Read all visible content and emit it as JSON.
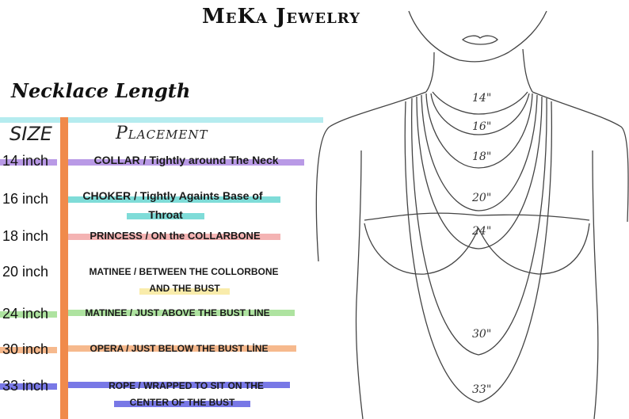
{
  "brand": {
    "title": "MeKa Jewelry"
  },
  "chart": {
    "heading": "Necklace Length",
    "col_size": "SIZE",
    "col_placement": "Placement"
  },
  "rows": [
    {
      "size": "14 inch",
      "line1": "COLLAR / Tightly around The Neck",
      "line2": "",
      "color": "#b99ae6"
    },
    {
      "size": "16 inch",
      "line1": "CHOKER / Tightly Againts Base of",
      "line2": "Throat",
      "color": "#7fdcd8"
    },
    {
      "size": "18 inch",
      "line1": "PRINCESS / ON the COLLARBONE",
      "line2": "",
      "color": "#f4b3b3"
    },
    {
      "size": "20 inch",
      "line1": "MATINEE / BETWEEN THE COLLORBONE",
      "line2": "AND THE BUST",
      "color": "#f9ecab"
    },
    {
      "size": "24 inch",
      "line1": "MATINEE / JUST ABOVE THE BUST LINE",
      "line2": "",
      "color": "#aee3a0"
    },
    {
      "size": "30 inch",
      "line1": "OPERA / JUST BELOW THE BUST LİNE",
      "line2": "",
      "color": "#f6b98d"
    },
    {
      "size": "33 inch",
      "line1": "ROPE / WRAPPED TO SIT ON THE",
      "line2": "CENTER OF THE BUST",
      "color": "#7878e6"
    }
  ],
  "figure_labels": [
    "14\"",
    "16\"",
    "18\"",
    "20\"",
    "24\"",
    "30\"",
    "33\""
  ],
  "colors": {
    "accent_bar": "#f08a4b",
    "cyan_rule": "#b5ecef"
  }
}
